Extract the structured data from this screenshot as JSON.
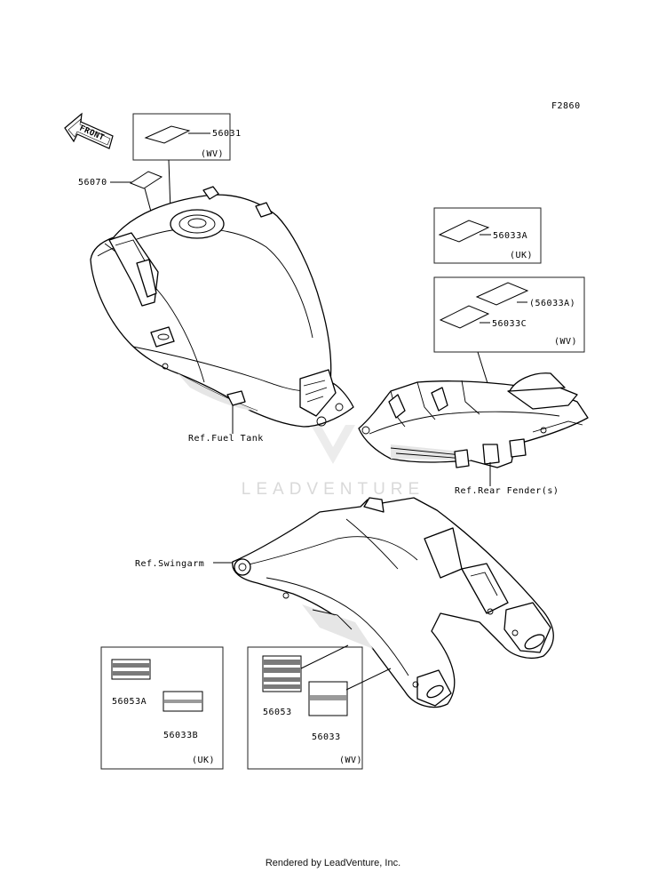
{
  "figure_code": "F2860",
  "front_arrow": "FRONT",
  "callouts": {
    "tank_label_top": "56031",
    "tank_label_top_variant": "(WV)",
    "tank_label_side": "56070",
    "fender_uk_part": "56033A",
    "fender_uk_variant": "(UK)",
    "fender_wv_part_a": "(56033A)",
    "fender_wv_part_c": "56033C",
    "fender_wv_variant": "(WV)",
    "swingarm_uk_part_1": "56053A",
    "swingarm_uk_part_2": "56033B",
    "swingarm_uk_variant": "(UK)",
    "swingarm_wv_part_1": "56053",
    "swingarm_wv_part_2": "56033",
    "swingarm_wv_variant": "(WV)"
  },
  "references": {
    "fuel_tank": "Ref.Fuel Tank",
    "rear_fender": "Ref.Rear Fender(s)",
    "swingarm": "Ref.Swingarm"
  },
  "watermark": "LEADVENTURE",
  "footer": "Rendered by LeadVenture, Inc."
}
